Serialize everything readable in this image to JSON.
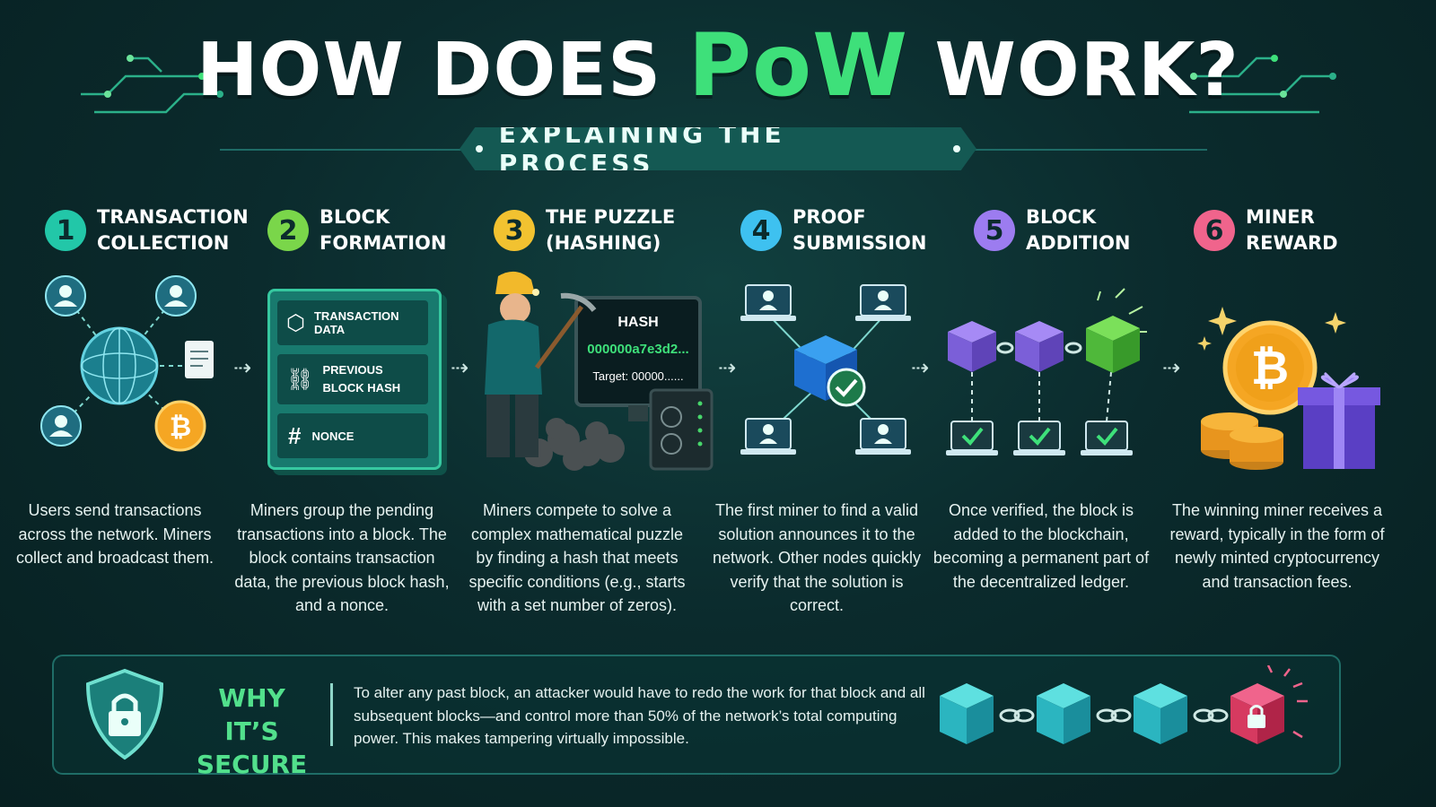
{
  "title": {
    "pre": "HOW DOES ",
    "accent": "PoW",
    "post": " WORK?"
  },
  "subtitle": "EXPLAINING THE PROCESS",
  "colors": {
    "green": "#3ee07a",
    "teal": "#22c7a8",
    "yellow": "#f2c230",
    "blue": "#3ec1f0",
    "purple": "#9c7cf0",
    "pink": "#f0648c"
  },
  "steps": [
    {
      "number": "1",
      "title": "TRANSACTION\nCOLLECTION",
      "color": "#22c7a8",
      "description": "Users send transactions across the network. Miners collect and broadcast them."
    },
    {
      "number": "2",
      "title": "BLOCK\nFORMATION",
      "color": "#7ad64a",
      "description": "Miners group the pending transactions into a block. The block contains transaction data, the previous block hash, and a nonce."
    },
    {
      "number": "3",
      "title": "THE PUZZLE\n(HASHING)",
      "color": "#f2c230",
      "description": "Miners compete to solve a complex mathematical puzzle by finding a hash that meets specific conditions (e.g., starts with a set number of zeros)."
    },
    {
      "number": "4",
      "title": "PROOF\nSUBMISSION",
      "color": "#3ec1f0",
      "description": "The first miner to find a valid solution announces it to the network. Other nodes quickly verify that the solution is correct."
    },
    {
      "number": "5",
      "title": "BLOCK\nADDITION",
      "color": "#9c7cf0",
      "description": "Once verified, the block is added to the blockchain, becoming a permanent part of the decentralized ledger."
    },
    {
      "number": "6",
      "title": "MINER\nREWARD",
      "color": "#f0648c",
      "description": "The winning miner receives a reward, typically in the form of newly minted cryptocurrency and transaction fees."
    }
  ],
  "block_panel": {
    "row1": "TRANSACTION DATA",
    "row2_line1": "PREVIOUS",
    "row2_line2": "BLOCK HASH",
    "row3": "NONCE"
  },
  "hash_screen": {
    "label": "HASH",
    "value": "000000a7e3d2...",
    "target": "Target: 00000......"
  },
  "security": {
    "title": "WHY IT’S\nSECURE",
    "text": "To alter any past block, an attacker would have to redo the work for that block and all subsequent blocks—and control more than 50% of the network’s total computing power. This makes tampering virtually impossible."
  }
}
